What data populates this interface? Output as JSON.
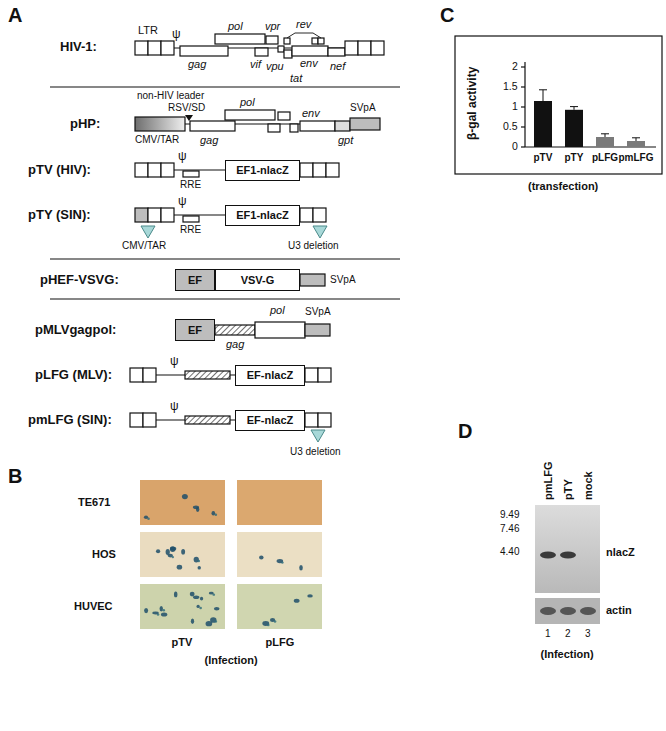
{
  "diagram": {
    "nodes": [
      {
        "text": [
          "EF1-nlacZ"
        ]
      },
      {
        "text": [
          "EF1-nlacZ"
        ]
      },
      {
        "text": [
          "EF"
        ]
      },
      {
        "text": [
          "VSV-G"
        ]
      },
      {
        "text": [
          "EF"
        ]
      },
      {
        "text": [
          "EF-nlacZ"
        ]
      },
      {
        "text": [
          "EF-nlacZ"
        ]
      }
    ],
    "labels": [
      "A",
      "HIV-1:",
      "LTR",
      "ψ",
      "pol",
      "vpr",
      "rev",
      "gag",
      "vif",
      "vpu",
      "tat",
      "env",
      "nef",
      "non-HIV leader",
      "RSV/SD",
      "pol",
      "pHP:",
      "SVpA",
      "CMV/TAR",
      "gag",
      "env",
      "gpt",
      "pTV (HIV):",
      "ψ",
      "RRE",
      "pTY (SIN):",
      "ψ",
      "RRE",
      "CMV/TAR",
      "U3 deletion",
      "pHEF-VSVG:",
      "SVpA",
      "pMLVgagpol:",
      "gag",
      "pol",
      "SVpA",
      "pLFG (MLV):",
      "ψ",
      "pmLFG (SIN):",
      "ψ",
      "U3 deletion",
      "B",
      "TE671",
      "HOS",
      "HUVEC",
      "pTV",
      "pLFG",
      "(Infection)",
      "C",
      "β-gal activity",
      "2",
      "1.5",
      "1",
      "0.5",
      "0",
      "pTV",
      "pTY",
      "pLFG",
      "pmLFG",
      "(transfection)",
      "D",
      "pmLFG",
      "pTY",
      "mock",
      "9.49",
      "7.46",
      "4.40",
      "nlacZ",
      "actin",
      "1",
      "2",
      "3",
      "(Infection)"
    ]
  }
}
